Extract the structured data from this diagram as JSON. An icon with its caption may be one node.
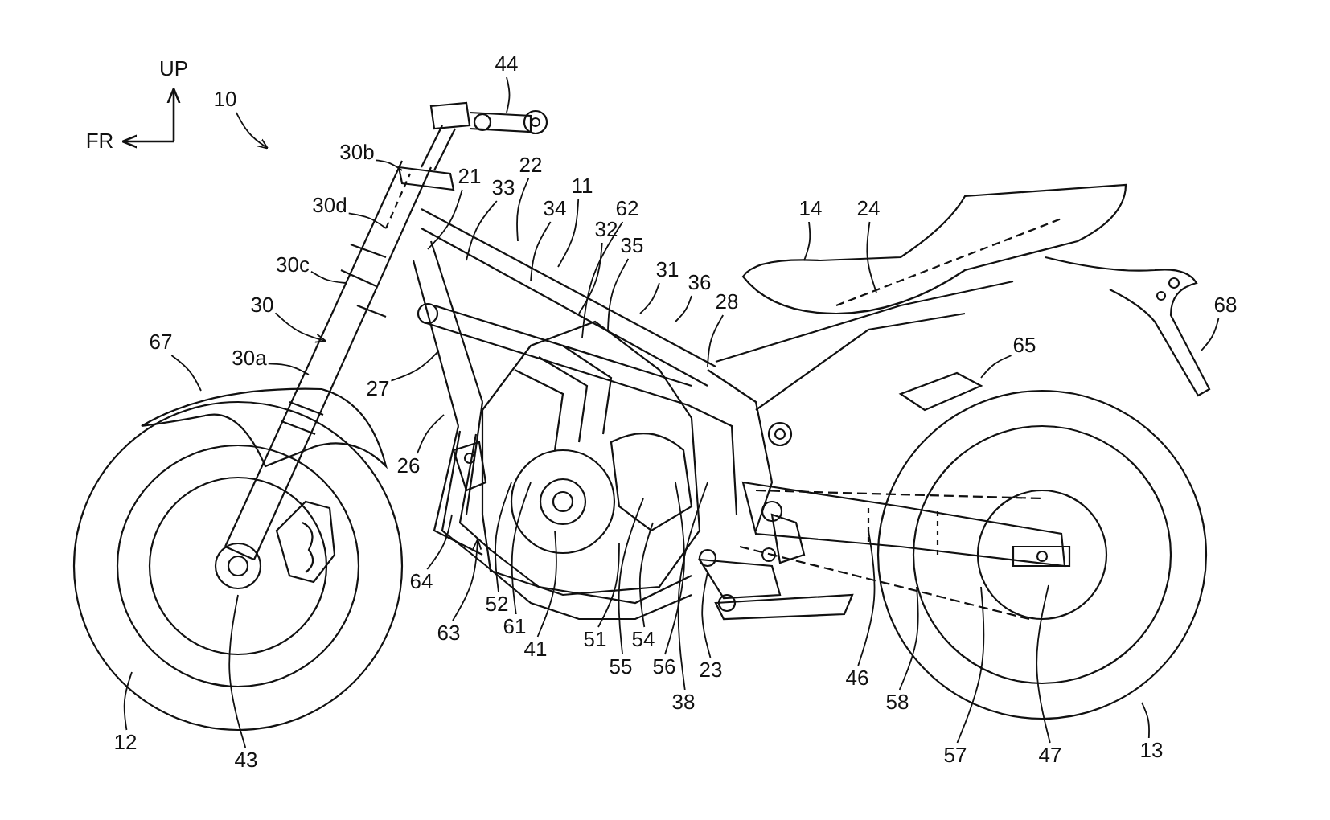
{
  "diagram": {
    "nodes": [
      {
        "text": [
          "44"
        ]
      },
      {
        "text": [
          "10"
        ]
      },
      {
        "text": [
          "30b"
        ]
      },
      {
        "text": [
          "22"
        ]
      },
      {
        "text": [
          "21"
        ]
      },
      {
        "text": [
          "33"
        ]
      },
      {
        "text": [
          "11"
        ]
      },
      {
        "text": [
          "62"
        ]
      },
      {
        "text": [
          "30d"
        ]
      },
      {
        "text": [
          "34"
        ]
      },
      {
        "text": [
          "14"
        ]
      },
      {
        "text": [
          "24"
        ]
      },
      {
        "text": [
          "32"
        ]
      },
      {
        "text": [
          "35"
        ]
      },
      {
        "text": [
          "31"
        ]
      },
      {
        "text": [
          "30c"
        ]
      },
      {
        "text": [
          "36"
        ]
      },
      {
        "text": [
          "28"
        ]
      },
      {
        "text": [
          "68"
        ]
      },
      {
        "text": [
          "30"
        ]
      },
      {
        "text": [
          "67"
        ]
      },
      {
        "text": [
          "65"
        ]
      },
      {
        "text": [
          "30a"
        ]
      },
      {
        "text": [
          "27"
        ]
      },
      {
        "text": [
          "26"
        ]
      },
      {
        "text": [
          "64"
        ]
      },
      {
        "text": [
          "52"
        ]
      },
      {
        "text": [
          "63"
        ]
      },
      {
        "text": [
          "61"
        ]
      },
      {
        "text": [
          "51"
        ]
      },
      {
        "text": [
          "54"
        ]
      },
      {
        "text": [
          "41"
        ]
      },
      {
        "text": [
          "55"
        ]
      },
      {
        "text": [
          "56"
        ]
      },
      {
        "text": [
          "23"
        ]
      },
      {
        "text": [
          "46"
        ]
      },
      {
        "text": [
          "38"
        ]
      },
      {
        "text": [
          "58"
        ]
      },
      {
        "text": [
          "12"
        ]
      },
      {
        "text": [
          "13"
        ]
      },
      {
        "text": [
          "43"
        ]
      },
      {
        "text": [
          "57"
        ]
      },
      {
        "text": [
          "47"
        ]
      }
    ],
    "edges": [
      {
        "from": 0,
        "to": null,
        "arrow": "none"
      },
      {
        "from": 1,
        "to": null,
        "arrow": "to"
      },
      {
        "from": 2,
        "to": null,
        "arrow": "none"
      },
      {
        "from": 3,
        "to": null,
        "arrow": "none"
      },
      {
        "from": 4,
        "to": null,
        "arrow": "none"
      },
      {
        "from": 5,
        "to": null,
        "arrow": "none"
      },
      {
        "from": 6,
        "to": null,
        "arrow": "none"
      },
      {
        "from": 7,
        "to": null,
        "arrow": "none"
      },
      {
        "from": 8,
        "to": null,
        "arrow": "none"
      },
      {
        "from": 9,
        "to": null,
        "arrow": "none"
      },
      {
        "from": 10,
        "to": null,
        "arrow": "none"
      },
      {
        "from": 11,
        "to": null,
        "arrow": "none"
      },
      {
        "from": 12,
        "to": null,
        "arrow": "none"
      },
      {
        "from": 13,
        "to": null,
        "arrow": "none"
      },
      {
        "from": 14,
        "to": null,
        "arrow": "none"
      },
      {
        "from": 15,
        "to": null,
        "arrow": "none"
      },
      {
        "from": 16,
        "to": null,
        "arrow": "none"
      },
      {
        "from": 17,
        "to": null,
        "arrow": "none"
      },
      {
        "from": 18,
        "to": null,
        "arrow": "none"
      },
      {
        "from": 19,
        "to": null,
        "arrow": "to"
      },
      {
        "from": 20,
        "to": null,
        "arrow": "none"
      },
      {
        "from": 21,
        "to": null,
        "arrow": "none"
      },
      {
        "from": 22,
        "to": null,
        "arrow": "none"
      },
      {
        "from": 23,
        "to": null,
        "arrow": "none"
      },
      {
        "from": 24,
        "to": null,
        "arrow": "none"
      },
      {
        "from": 25,
        "to": null,
        "arrow": "none"
      },
      {
        "from": 26,
        "to": null,
        "arrow": "none"
      },
      {
        "from": 27,
        "to": null,
        "arrow": "to"
      },
      {
        "from": 28,
        "to": null,
        "arrow": "none"
      },
      {
        "from": 29,
        "to": null,
        "arrow": "none"
      },
      {
        "from": 30,
        "to": null,
        "arrow": "none"
      },
      {
        "from": 31,
        "to": null,
        "arrow": "none"
      },
      {
        "from": 32,
        "to": null,
        "arrow": "none"
      },
      {
        "from": 33,
        "to": null,
        "arrow": "none"
      },
      {
        "from": 34,
        "to": null,
        "arrow": "none"
      },
      {
        "from": 35,
        "to": null,
        "arrow": "none"
      },
      {
        "from": 36,
        "to": null,
        "arrow": "none"
      },
      {
        "from": 37,
        "to": null,
        "arrow": "none"
      },
      {
        "from": 38,
        "to": null,
        "arrow": "none"
      },
      {
        "from": 39,
        "to": null,
        "arrow": "none"
      },
      {
        "from": 40,
        "to": null,
        "arrow": "none"
      },
      {
        "from": 41,
        "to": null,
        "arrow": "none"
      },
      {
        "from": 42,
        "to": null,
        "arrow": "none"
      }
    ],
    "labels": [
      "UP",
      "FR"
    ]
  }
}
